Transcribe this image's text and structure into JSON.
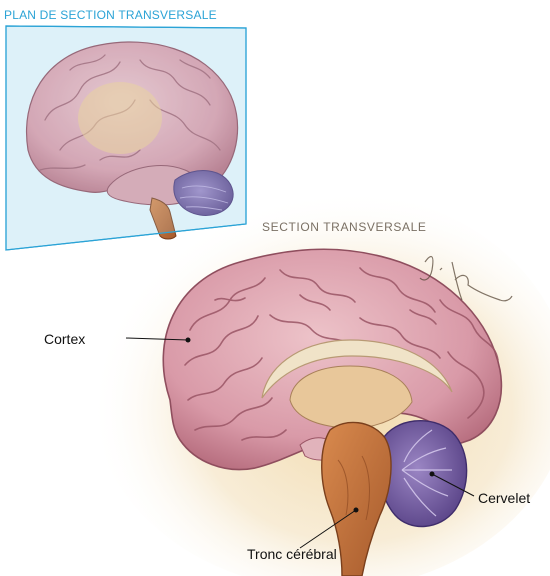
{
  "plane_label": "PLAN DE SECTION TRANSVERSALE",
  "section_label": "SECTION TRANSVERSALE",
  "labels": {
    "cortex": "Cortex",
    "cervelet": "Cervelet",
    "tronc": "Tronc cérébral"
  },
  "signature": "L. Kuniad",
  "colors": {
    "plane_border": "#2ba3d6",
    "plane_fill": "#bfe6f4",
    "brain_pink": "#d99aa8",
    "cerebellum_purple": "#7b5fa8",
    "brainstem_orange": "#c8773e",
    "background_halo": "#f1dcae"
  }
}
